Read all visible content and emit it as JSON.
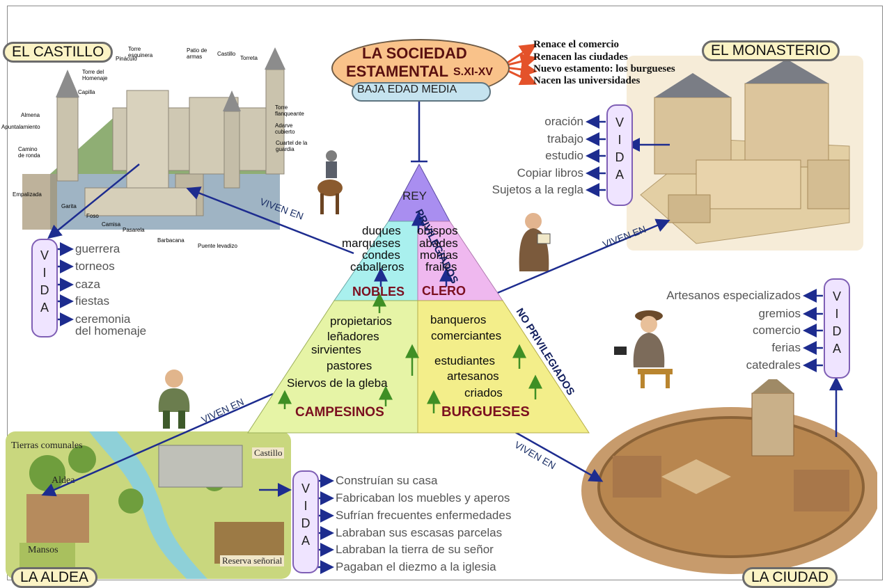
{
  "title": {
    "main_line1": "LA SOCIEDAD",
    "main_line2": "ESTAMENTAL",
    "period": "S.XI-XV",
    "subtitle": "BAJA EDAD MEDIA"
  },
  "changes": [
    "Renace el comercio",
    "Renacen las ciudades",
    "Nuevo estamento: los burgueses",
    "Nacen las universidades"
  ],
  "places": {
    "castle": "EL CASTILLO",
    "monastery": "EL MONASTERIO",
    "village": "LA  ALDEA",
    "city": "LA CIUDAD"
  },
  "vida_letters": [
    "V",
    "I",
    "D",
    "A"
  ],
  "castle_life": [
    "guerrera",
    "torneos",
    "caza",
    "fiestas",
    "ceremonia",
    "del homenaje"
  ],
  "monastery_life": [
    "oración",
    "trabajo",
    "estudio",
    "Copiar libros",
    "Sujetos a la regla"
  ],
  "city_life": [
    "Artesanos especializados",
    "gremios",
    "comercio",
    "ferias",
    "catedrales"
  ],
  "village_life": [
    "Construían su casa",
    "Fabricaban los muebles y aperos",
    "Sufrían frecuentes enfermedades",
    "Labraban sus escasas parcelas",
    "Labraban la tierra de su señor",
    "Pagaban el diezmo a la iglesia"
  ],
  "pyramid": {
    "king": "REY",
    "nobles_title": "NOBLES",
    "nobles": [
      "duques",
      "marqueses",
      "condes",
      "caballeros"
    ],
    "clergy_title": "CLERO",
    "clergy": [
      "obispos",
      "abades",
      "monjas",
      "frailes"
    ],
    "peasants_title": "CAMPESINOS",
    "peasants": [
      "propietarios",
      "leñadores",
      "sirvientes",
      "pastores",
      "Siervos de la gleba"
    ],
    "bourgeois_title": "BURGUESES",
    "bourgeois": [
      "banqueros",
      "comerciantes",
      "estudiantes",
      "artesanos",
      "criados"
    ],
    "privileged": "PRIVILEGIADOS",
    "non_privileged": "NO PRIVILEGIADOS"
  },
  "viven_en": "VIVEN EN",
  "castle_parts": [
    "Pináculo",
    "Torre esquinera",
    "Patio de armas",
    "Castillo",
    "Torreta",
    "Torre del Homenaje",
    "Capilla",
    "Almena",
    "Apuntalamiento",
    "Torre flanqueante",
    "Adarve cubierto",
    "Cuartel de la guardia",
    "Camino de ronda",
    "Empalizada",
    "Garita",
    "Foso",
    "Camisa",
    "Pasarela",
    "Barbacana",
    "Puente levadizo"
  ],
  "village_map_labels": [
    "Tierras comunales",
    "Aldea",
    "Castillo",
    "Mansos",
    "Reserva señorial"
  ],
  "colors": {
    "title_oval": "#f9c28a",
    "subtitle_oval": "#c5e3ef",
    "king": "#a98ef0",
    "nobles": "#a9f0ee",
    "clergy": "#efb8ef",
    "peasants": "#e6f4a6",
    "bourgeois": "#f3ee8a",
    "arrow_blue": "#1d2c8f",
    "arrow_red": "#e4522a"
  }
}
